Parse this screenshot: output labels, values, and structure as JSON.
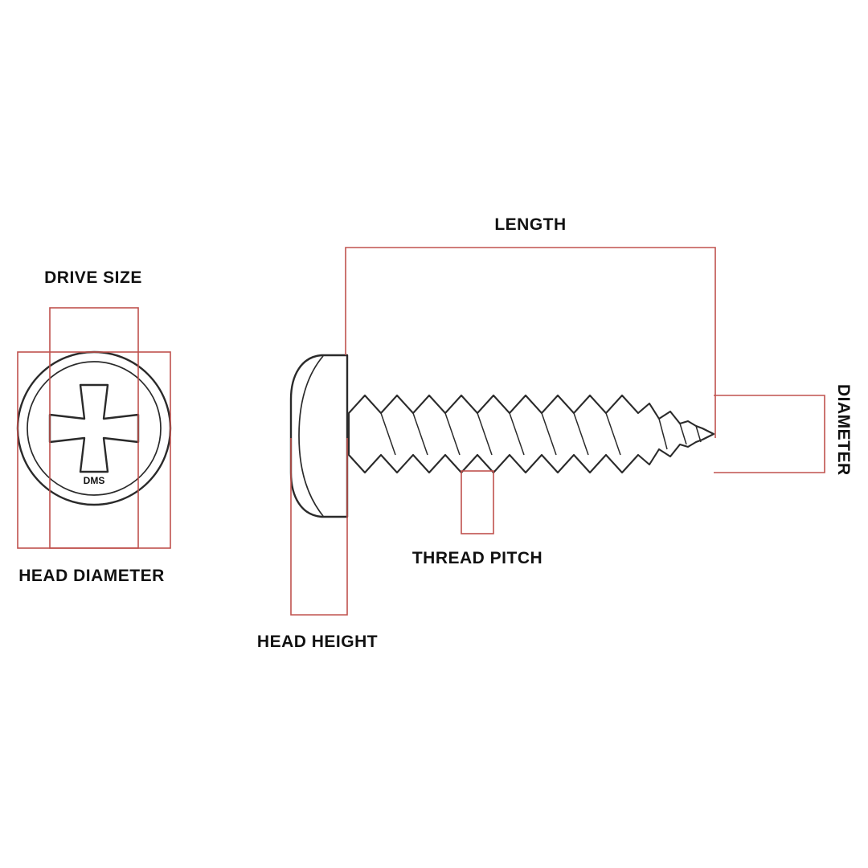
{
  "diagram": {
    "labels": {
      "length": "LENGTH",
      "drive_size": "DRIVE SIZE",
      "diameter": "DIAMETER",
      "head_diameter": "HEAD DIAMETER",
      "thread_pitch": "THREAD PITCH",
      "head_height": "HEAD HEIGHT",
      "brand": "DMS"
    },
    "colors": {
      "dimension": "#c0524e",
      "line": "#2a2a2a",
      "background": "#ffffff",
      "text": "#111111"
    }
  }
}
